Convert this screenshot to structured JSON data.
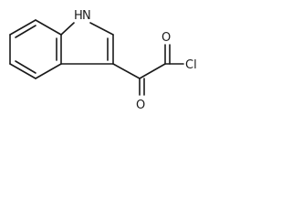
{
  "molecule": {
    "atoms": {
      "nh": "H",
      "n": "N",
      "o_top": "O",
      "o_bottom": "O",
      "cl": "Cl"
    }
  }
}
